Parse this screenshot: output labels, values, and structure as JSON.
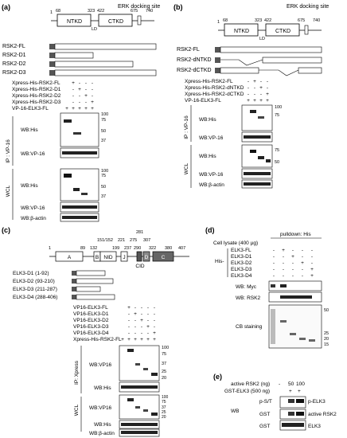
{
  "panel_a": {
    "label": "(a)",
    "domain_title": "ERK docking site",
    "positions": [
      "1",
      "68",
      "323",
      "422",
      "675",
      "740"
    ],
    "ntkd": "NTKD",
    "ld": "LD",
    "ctkd": "CTKD",
    "constructs": [
      "RSK2-FL",
      "RSK2-D1",
      "RSK2-D2",
      "RSK2-D3"
    ],
    "rows": [
      {
        "label": "Xpress-His-RSK2-FL",
        "marks": [
          "+",
          "-",
          "-",
          "-"
        ]
      },
      {
        "label": "Xpress-His-RSK2-D1",
        "marks": [
          "-",
          "+",
          "-",
          "-"
        ]
      },
      {
        "label": "Xpress-His-RSK2-D2",
        "marks": [
          "-",
          "-",
          "+",
          "-"
        ]
      },
      {
        "label": "Xpress-His-RSK2-D3",
        "marks": [
          "-",
          "-",
          "-",
          "+"
        ]
      },
      {
        "label": "VP-16-ELK3-FL",
        "marks": [
          "+",
          "+",
          "+",
          "+",
          "+"
        ]
      }
    ],
    "ip_label": "IP : VP-16",
    "wcl_label": "WCL",
    "blots": [
      "WB:His",
      "WB:VP-16",
      "WB:His",
      "WB:VP-16",
      "WB:β-actin"
    ],
    "mw_ip": [
      "100",
      "75",
      "50",
      "37"
    ],
    "mw_wcl": [
      "100",
      "75",
      "50",
      "37"
    ]
  },
  "panel_b": {
    "label": "(b)",
    "domain_title": "ERK docking site",
    "positions": [
      "1",
      "68",
      "323",
      "422",
      "675",
      "740"
    ],
    "ntkd": "NTKD",
    "ld": "LD",
    "ctkd": "CTKD",
    "constructs": [
      "RSK2-FL",
      "RSK2-dNTKD",
      "RSK2-dCTKD"
    ],
    "rows": [
      {
        "label": "Xpress-His-RSK2-FL",
        "marks": [
          "-",
          "+",
          "-",
          "-"
        ]
      },
      {
        "label": "Xpress-His-RSK2-dNTKD",
        "marks": [
          "-",
          "-",
          "+",
          "-"
        ]
      },
      {
        "label": "Xpress-His-RSK2-dCTKD",
        "marks": [
          "-",
          "-",
          "-",
          "+"
        ]
      },
      {
        "label": "VP-16-ELK3-FL",
        "marks": [
          "+",
          "+",
          "+",
          "+"
        ]
      }
    ],
    "ip_label": "IP : VP-16",
    "wcl_label": "WCL",
    "blots": [
      "WB:His",
      "WB:VP-16",
      "WB:His",
      "WB:VP-16",
      "WB:β-actin"
    ],
    "mw_ip": [
      "100",
      "75"
    ],
    "mw_wcl": [
      "75",
      "50"
    ]
  },
  "panel_c": {
    "label": "(c)",
    "positions": [
      "1",
      "89",
      "132",
      "151/152",
      "199",
      "221",
      "237",
      "275",
      "281",
      "290",
      "307",
      "322",
      "380",
      "407"
    ],
    "domains": [
      "A",
      "B",
      "NID",
      "J",
      "CID",
      "D",
      "C"
    ],
    "constructs": [
      "ELK3-D1 (1-92)",
      "ELK3-D2 (93-210)",
      "ELK3-D3 (211-287)",
      "ELK3-D4 (288-406)"
    ],
    "rows": [
      {
        "label": "VP16-ELK3-FL",
        "marks": [
          "+",
          "-",
          "-",
          "-",
          "-"
        ]
      },
      {
        "label": "VP16-ELK3-D1",
        "marks": [
          "-",
          "+",
          "-",
          "-",
          "-"
        ]
      },
      {
        "label": "VP16-ELK3-D2",
        "marks": [
          "-",
          "-",
          "+",
          "-",
          "-"
        ]
      },
      {
        "label": "VP16-ELK3-D3",
        "marks": [
          "-",
          "-",
          "-",
          "+",
          "-"
        ]
      },
      {
        "label": "VP16-ELK3-D4",
        "marks": [
          "-",
          "-",
          "-",
          "-",
          "+"
        ]
      },
      {
        "label": "Xpress-His-RSK2-FL",
        "marks": [
          "+",
          "+",
          "+",
          "+",
          "+",
          "+"
        ]
      }
    ],
    "ip_label": "IP: Xpress",
    "wcl_label": "WCL",
    "blots": [
      "WB:VP16",
      "WB:His",
      "WB:VP16",
      "WB:His",
      "WB:β-actin"
    ],
    "mw_ip": [
      "100",
      "75",
      "37",
      "25",
      "20"
    ],
    "mw_wcl": [
      "100",
      "75",
      "37",
      "25",
      "20"
    ]
  },
  "panel_d": {
    "label": "(d)",
    "pulldown": "pulldown: His",
    "lysate": "Cell lysate (400 µg)",
    "his_label": "His-",
    "rows": [
      {
        "label": "ELK3-FL",
        "marks": [
          "-",
          "+",
          "-",
          "-",
          "-"
        ]
      },
      {
        "label": "ELK3-D1",
        "marks": [
          "-",
          "-",
          "+",
          "-",
          "-"
        ]
      },
      {
        "label": "ELK3-D2",
        "marks": [
          "-",
          "-",
          "-",
          "+",
          "-"
        ]
      },
      {
        "label": "ELK3-D3",
        "marks": [
          "-",
          "-",
          "-",
          "-",
          "+"
        ]
      },
      {
        "label": "ELK3-D4",
        "marks": [
          "-",
          "-",
          "-",
          "-",
          "+"
        ]
      }
    ],
    "blots": [
      "WB: Myc",
      "WB: RSK2",
      "CB staining"
    ],
    "mw": [
      "50",
      "25",
      "20",
      "15"
    ]
  },
  "panel_e": {
    "label": "(e)",
    "row1": "active RSK2 (ng)",
    "row1_vals": [
      "-",
      "50",
      "100"
    ],
    "row2": "GST-ELK3 (500 ng)",
    "row2_vals": [
      "+",
      "+"
    ],
    "wb": "WB",
    "left_labels": [
      "p-S/T",
      "GST",
      "GST"
    ],
    "right_labels": [
      "p-ELK3",
      "active RSK2",
      "ELK3"
    ]
  }
}
